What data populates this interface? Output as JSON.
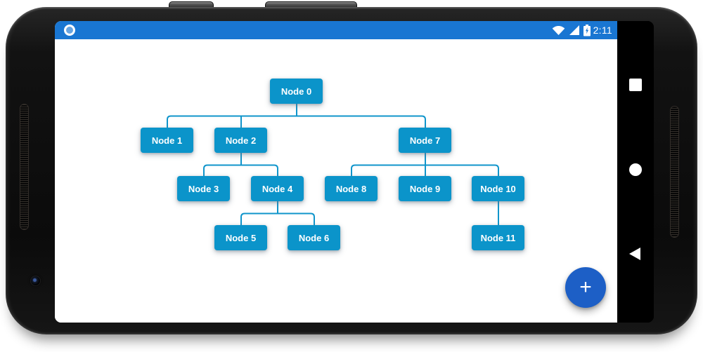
{
  "statusbar": {
    "time": "2:11",
    "left_icon": "notification-circle-icon",
    "right_icons": [
      "wifi-icon",
      "cellular-signal-icon",
      "battery-charging-icon"
    ]
  },
  "navbar": {
    "buttons": [
      "recents",
      "home",
      "back"
    ]
  },
  "tree": {
    "nodes": [
      {
        "id": 0,
        "label": "Node 0"
      },
      {
        "id": 1,
        "label": "Node 1"
      },
      {
        "id": 2,
        "label": "Node 2"
      },
      {
        "id": 3,
        "label": "Node 3"
      },
      {
        "id": 4,
        "label": "Node 4"
      },
      {
        "id": 5,
        "label": "Node 5"
      },
      {
        "id": 6,
        "label": "Node 6"
      },
      {
        "id": 7,
        "label": "Node 7"
      },
      {
        "id": 8,
        "label": "Node 8"
      },
      {
        "id": 9,
        "label": "Node 9"
      },
      {
        "id": 10,
        "label": "Node 10"
      },
      {
        "id": 11,
        "label": "Node 11"
      }
    ],
    "edges": [
      [
        0,
        1
      ],
      [
        0,
        2
      ],
      [
        0,
        7
      ],
      [
        2,
        3
      ],
      [
        2,
        4
      ],
      [
        4,
        5
      ],
      [
        4,
        6
      ],
      [
        7,
        8
      ],
      [
        7,
        9
      ],
      [
        7,
        10
      ],
      [
        10,
        11
      ]
    ]
  },
  "fab": {
    "label": "+"
  },
  "colors": {
    "statusbar": "#1976D2",
    "node_fill": "#0b94ca",
    "edge_line": "#1095cb",
    "fab_blue": "#1d5fc6",
    "navbar_black": "#000000",
    "screen_white": "#ffffff"
  }
}
